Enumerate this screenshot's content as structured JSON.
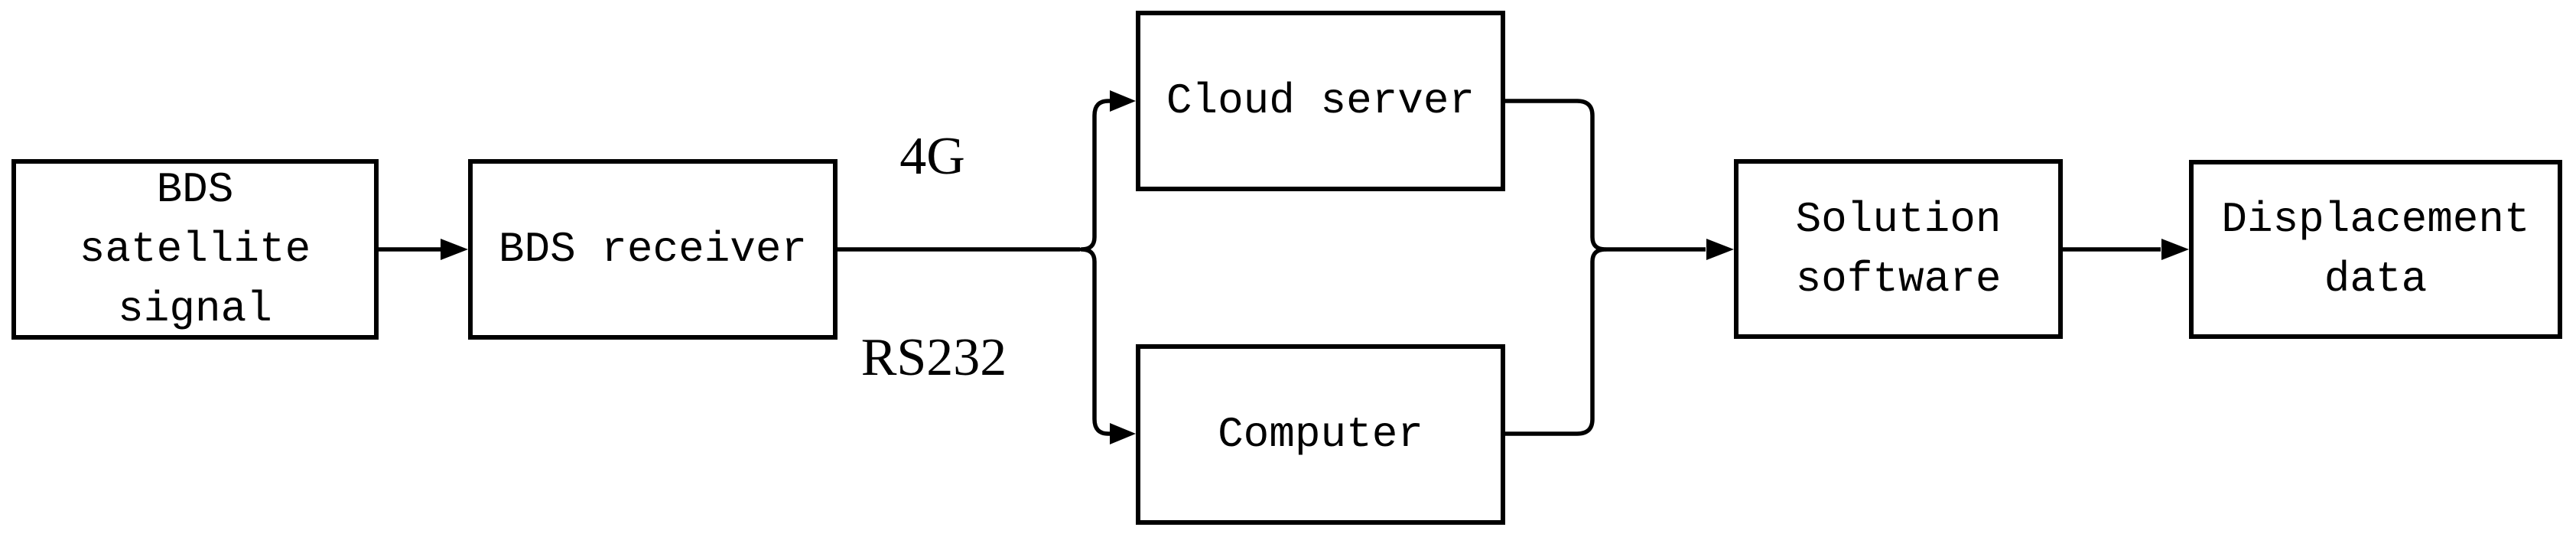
{
  "figure": {
    "type": "flowchart",
    "background": "#ffffff",
    "line_color": "#000000",
    "text_color": "#000000"
  },
  "nodes": {
    "bds_satellite_signal": {
      "lines": [
        "BDS",
        "satellite",
        "signal"
      ]
    },
    "bds_receiver": {
      "lines": [
        "BDS receiver"
      ]
    },
    "cloud_server": {
      "lines": [
        "Cloud server"
      ]
    },
    "computer": {
      "lines": [
        "Computer"
      ]
    },
    "solution_software": {
      "lines": [
        "Solution",
        "software"
      ]
    },
    "displacement_data": {
      "lines": [
        "Displacement",
        "data"
      ]
    }
  },
  "edge_labels": {
    "upper": "4G",
    "lower": "RS232"
  },
  "edges": [
    {
      "from": "bds_satellite_signal",
      "to": "bds_receiver"
    },
    {
      "from": "bds_receiver",
      "to": "cloud_server",
      "label": "4G"
    },
    {
      "from": "bds_receiver",
      "to": "computer",
      "label": "RS232"
    },
    {
      "from": "cloud_server",
      "to": "solution_software"
    },
    {
      "from": "computer",
      "to": "solution_software"
    },
    {
      "from": "solution_software",
      "to": "displacement_data"
    }
  ]
}
